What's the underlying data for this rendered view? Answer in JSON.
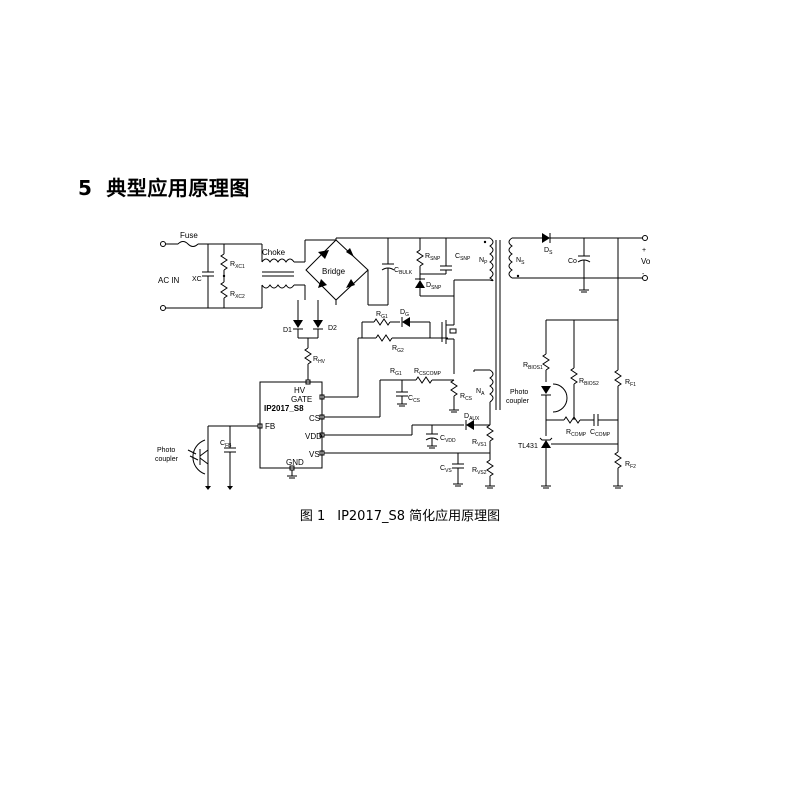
{
  "section": {
    "number": "5",
    "title": "典型应用原理图"
  },
  "caption": {
    "figure": "图 1",
    "text": "IP2017_S8 简化应用原理图"
  },
  "schematic": {
    "chip": "IP2017_S8",
    "pins": [
      "HV",
      "GATE",
      "CS",
      "VDD",
      "VS",
      "GND",
      "FB"
    ],
    "labels": {
      "fuse": "Fuse",
      "acin": "AC IN",
      "xc": "XC",
      "rx1": "R",
      "rx1_sub": "XC1",
      "rx2": "R",
      "rx2_sub": "XC2",
      "choke": "Choke",
      "bridge": "Bridge",
      "d1": "D1",
      "d2": "D2",
      "rhv": "R",
      "rhv_sub": "HV",
      "cbulk": "C",
      "cbulk_sub": "BULK",
      "rsnp": "R",
      "rsnp_sub": "SNP",
      "csnp": "C",
      "csnp_sub": "SNP",
      "dsnp": "D",
      "dsnp_sub": "SNP",
      "np": "N",
      "np_sub": "P",
      "ns": "N",
      "ns_sub": "S",
      "ds": "D",
      "ds_sub": "S",
      "co": "Co",
      "vo": "Vo",
      "plus": "+",
      "minus": "-",
      "rg1": "R",
      "rg1_sub": "G1",
      "dg": "D",
      "dg_sub": "G",
      "rg2": "R",
      "rg2_sub": "G2",
      "rcscomp": "R",
      "rcscomp_sub": "CSCOMP",
      "ccs": "C",
      "ccs_sub": "CS",
      "rcs": "R",
      "rcs_sub": "CS",
      "na": "N",
      "na_sub": "A",
      "daux": "D",
      "daux_sub": "AUX",
      "cvdd": "C",
      "cvdd_sub": "VDD",
      "rvs1": "R",
      "rvs1_sub": "VS1",
      "cvs": "C",
      "cvs_sub": "VS",
      "rvs2": "R",
      "rvs2_sub": "VS2",
      "rbias1": "R",
      "rbias1_sub": "BIOS1",
      "rbias2": "R",
      "rbias2_sub": "BIOS2",
      "photo": "Photo",
      "coupler": "coupler",
      "rcomp": "R",
      "rcomp_sub": "COMP",
      "ccomp": "C",
      "ccomp_sub": "COMP",
      "tl431": "TL431",
      "rf1": "R",
      "rf1_sub": "F1",
      "rf2": "R",
      "rf2_sub": "F2",
      "cfb": "C",
      "cfb_sub": "FB"
    }
  }
}
